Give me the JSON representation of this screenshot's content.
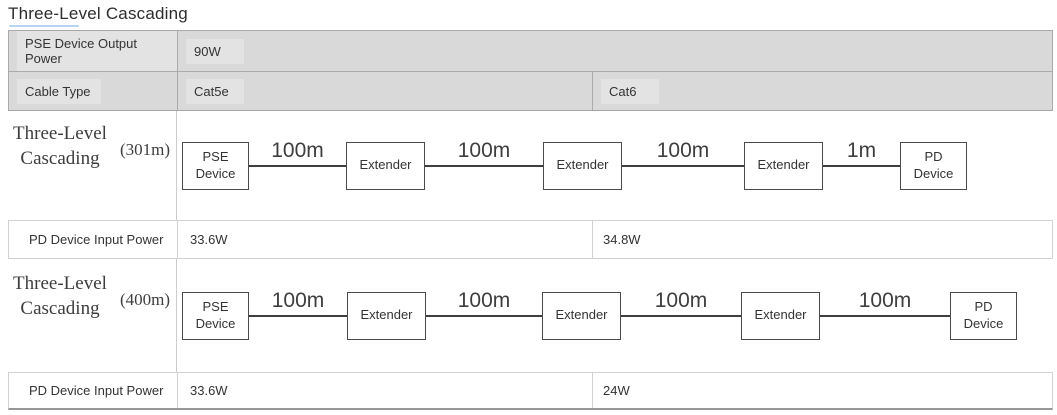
{
  "page": {
    "title": "Three-Level Cascading"
  },
  "header": {
    "pse_output": {
      "label": "PSE Device Output Power",
      "value": "90W"
    },
    "cable_type": {
      "label": "Cable Type",
      "cat5e": "Cat5e",
      "cat6": "Cat6"
    }
  },
  "cascade_301": {
    "label_line1": "Three-Level",
    "label_line2": "Cascading",
    "length": "(301m)",
    "nodes": [
      "PSE Device",
      "Extender",
      "Extender",
      "Extender",
      "PD Device"
    ],
    "links": [
      "100m",
      "100m",
      "100m",
      "1m"
    ]
  },
  "pd_input_301": {
    "label": "PD Device Input Power",
    "cat5e": "33.6W",
    "cat6": "34.8W"
  },
  "cascade_400": {
    "label_line1": "Three-Level",
    "label_line2": "Cascading",
    "length": "(400m)",
    "nodes": [
      "PSE Device",
      "Extender",
      "Extender",
      "Extender",
      "PD Device"
    ],
    "links": [
      "100m",
      "100m",
      "100m",
      "100m"
    ]
  },
  "pd_input_400": {
    "label": "PD Device Input Power",
    "cat5e": "33.6W",
    "cat6": "24W"
  },
  "colors": {
    "accent_underline": "#b7d5f2",
    "header_row_gray": "#d9d9d9",
    "highlight_patch": "#e3e3e3",
    "diagram_line": "#3e3e3e",
    "bottom_border": "#979797"
  }
}
